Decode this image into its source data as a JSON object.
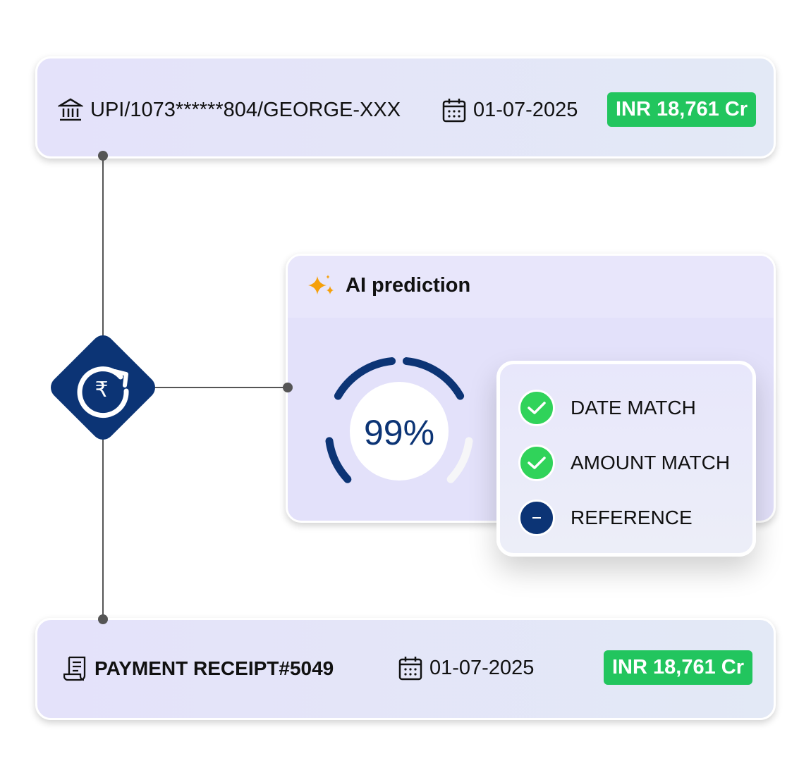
{
  "top_transaction": {
    "reference": "UPI/1073******804/GEORGE-XXX",
    "date": "01-07-2025",
    "amount": "INR 18,761 Cr",
    "icon": "bank-icon"
  },
  "ai_prediction": {
    "title": "AI prediction",
    "confidence": "99%",
    "confidence_value": 99,
    "checks": [
      {
        "label": "DATE MATCH",
        "status": "match"
      },
      {
        "label": "AMOUNT MATCH",
        "status": "match"
      },
      {
        "label": "REFERENCE",
        "status": "partial"
      }
    ]
  },
  "bottom_transaction": {
    "reference": "PAYMENT RECEIPT#5049",
    "date": "01-07-2025",
    "amount": "INR 18,761 Cr",
    "icon": "receipt-icon"
  },
  "colors": {
    "navy": "#0c3475",
    "green": "#22c55e",
    "accent": "#f5a00a"
  }
}
